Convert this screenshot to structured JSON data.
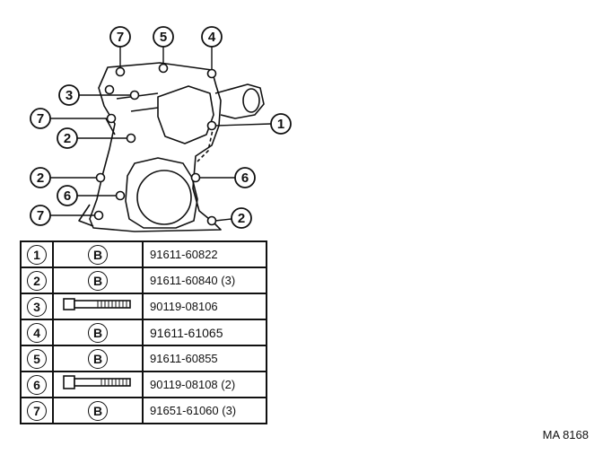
{
  "callouts": [
    "7",
    "5",
    "4",
    "3",
    "7",
    "2",
    "2",
    "6",
    "7",
    "1",
    "6",
    "2"
  ],
  "bolt_symbol": "B",
  "parts": [
    {
      "num": "1",
      "type": "bolt-head",
      "part_no": "91611-60822"
    },
    {
      "num": "2",
      "type": "bolt-head",
      "part_no": "91611-60840 (3)"
    },
    {
      "num": "3",
      "type": "long-bolt",
      "part_no": "90119-08106"
    },
    {
      "num": "4",
      "type": "bolt-head",
      "part_no": "91611-61065"
    },
    {
      "num": "5",
      "type": "bolt-head",
      "part_no": "91611-60855"
    },
    {
      "num": "6",
      "type": "long-bolt",
      "part_no": "90119-08108 (2)"
    },
    {
      "num": "7",
      "type": "bolt-head",
      "part_no": "91651-61060 (3)"
    }
  ],
  "reference_code": "MA 8168"
}
